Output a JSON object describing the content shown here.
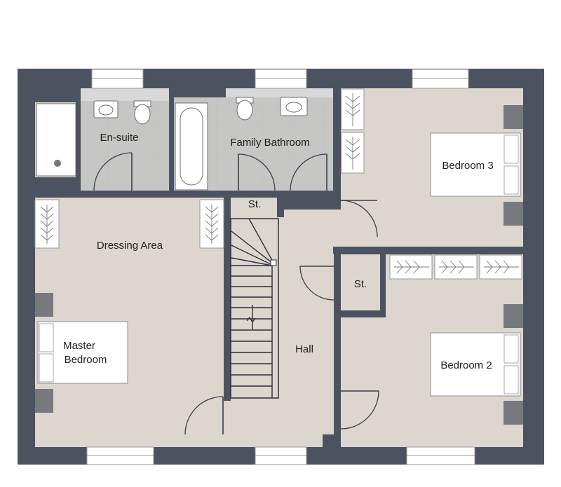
{
  "rooms": {
    "ensuite": "En-suite",
    "family_bathroom": "Family Bathroom",
    "bedroom3": "Bedroom 3",
    "store_upper": "St.",
    "dressing_area": "Dressing Area",
    "store_middle": "St.",
    "master_bedroom_line1": "Master",
    "master_bedroom_line2": "Bedroom",
    "hall": "Hall",
    "bedroom2": "Bedroom 2"
  },
  "colors": {
    "wall": "#4b5260",
    "floor": "#dcd6cf",
    "bathroom_tile": "#c7c7c6"
  }
}
